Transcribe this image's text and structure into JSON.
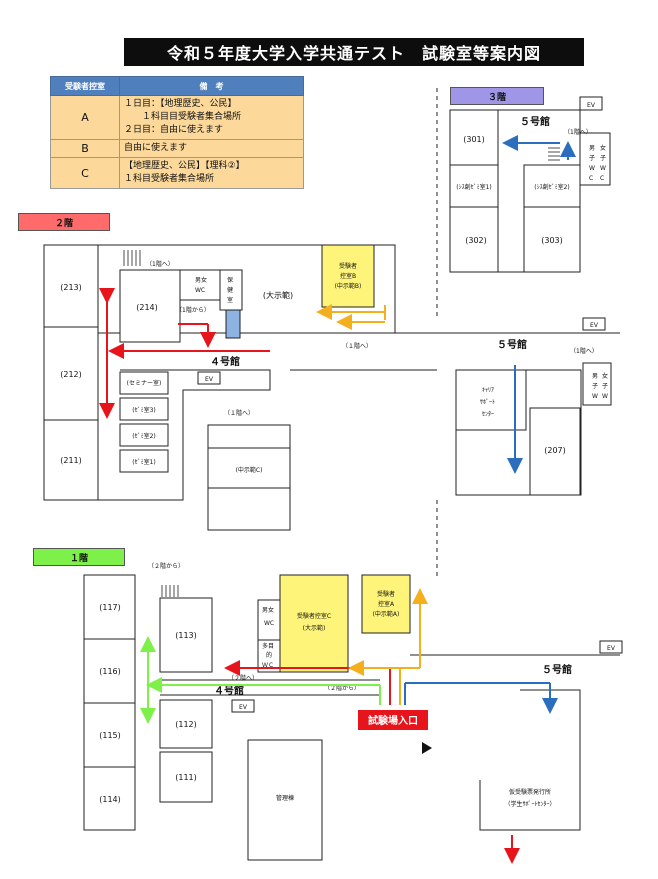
{
  "title": "令和５年度大学入学共通テスト　試験室等案内図",
  "legend": {
    "header_room": "受験者控室",
    "header_note": "備　考",
    "rows": [
      {
        "room": "A",
        "lines": [
          "１日目：【地理歴史、公民】",
          "　　１科目目受験者集合場所",
          "２日目：自由に使えます"
        ]
      },
      {
        "room": "B",
        "lines": [
          "自由に使えます"
        ]
      },
      {
        "room": "C",
        "lines": [
          "【地理歴史、公民】【理科②】",
          "１科目受験者集合場所"
        ]
      }
    ]
  },
  "floors": {
    "f2": {
      "label": "２階",
      "color": "#ff6b6b"
    },
    "f3": {
      "label": "３階",
      "color": "#9f96e8"
    },
    "f1": {
      "label": "１階",
      "color": "#7ef04a"
    }
  },
  "labels": {
    "ev": "EV",
    "bldg4": "４号館",
    "bldg5": "５号館",
    "to1f": "（1階へ）",
    "to1f_b": "（１階へ）",
    "from1f": "（1階から）",
    "from2f": "（２階から）",
    "to2f": "（２階へ）",
    "from2f_b": "（２階から）",
    "r301": "(301)",
    "r302": "(302)",
    "r303": "(303)",
    "sem1": "(ｼｽ創ｾﾞﾐ室1)",
    "sem2": "(ｼｽ創ｾﾞﾐ室2)",
    "men": "男子WC",
    "women": "女子WC",
    "r213": "(213)",
    "r212": "(212)",
    "r211": "(211)",
    "r214": "(214)",
    "wc_mf": "男女WC",
    "hoken": "保健室",
    "dai": "(大示範)",
    "ctrlB": [
      "受験者",
      "控室B",
      "(中示範B)"
    ],
    "seminar": "(セミナー室)",
    "z3": "(ｾﾞﾐ室3)",
    "z2": "(ｾﾞﾐ室2)",
    "z1": "(ｾﾞﾐ室1)",
    "chuC": "(中示範C)",
    "career": [
      "ｷｬﾘｱ",
      "ｻﾎﾟｰﾄ",
      "ｾﾝﾀｰ"
    ],
    "r207": "(207)",
    "r117": "(117)",
    "r116": "(116)",
    "r115": "(115)",
    "r114": "(114)",
    "r113": "(113)",
    "r112": "(112)",
    "r111": "(111)",
    "wc1": [
      "男女",
      "WC"
    ],
    "tamoku": [
      "多目",
      "的",
      "ＷＣ"
    ],
    "ctrlC": [
      "受験者控室C",
      "(大示範)"
    ],
    "ctrlA": [
      "受験者",
      "控室A",
      "(中示範A)"
    ],
    "entrance": "試験場入口",
    "kanri": "管理棟",
    "kari": [
      "仮受験票発行所",
      "（学生ｻﾎﾟｰﾄｾﾝﾀｰ）"
    ]
  },
  "colors": {
    "red": "#e8141b",
    "blue": "#2a6ebd",
    "orange": "#f4b01c",
    "green": "#7ef04a",
    "yellow_room": "#fef47a"
  }
}
